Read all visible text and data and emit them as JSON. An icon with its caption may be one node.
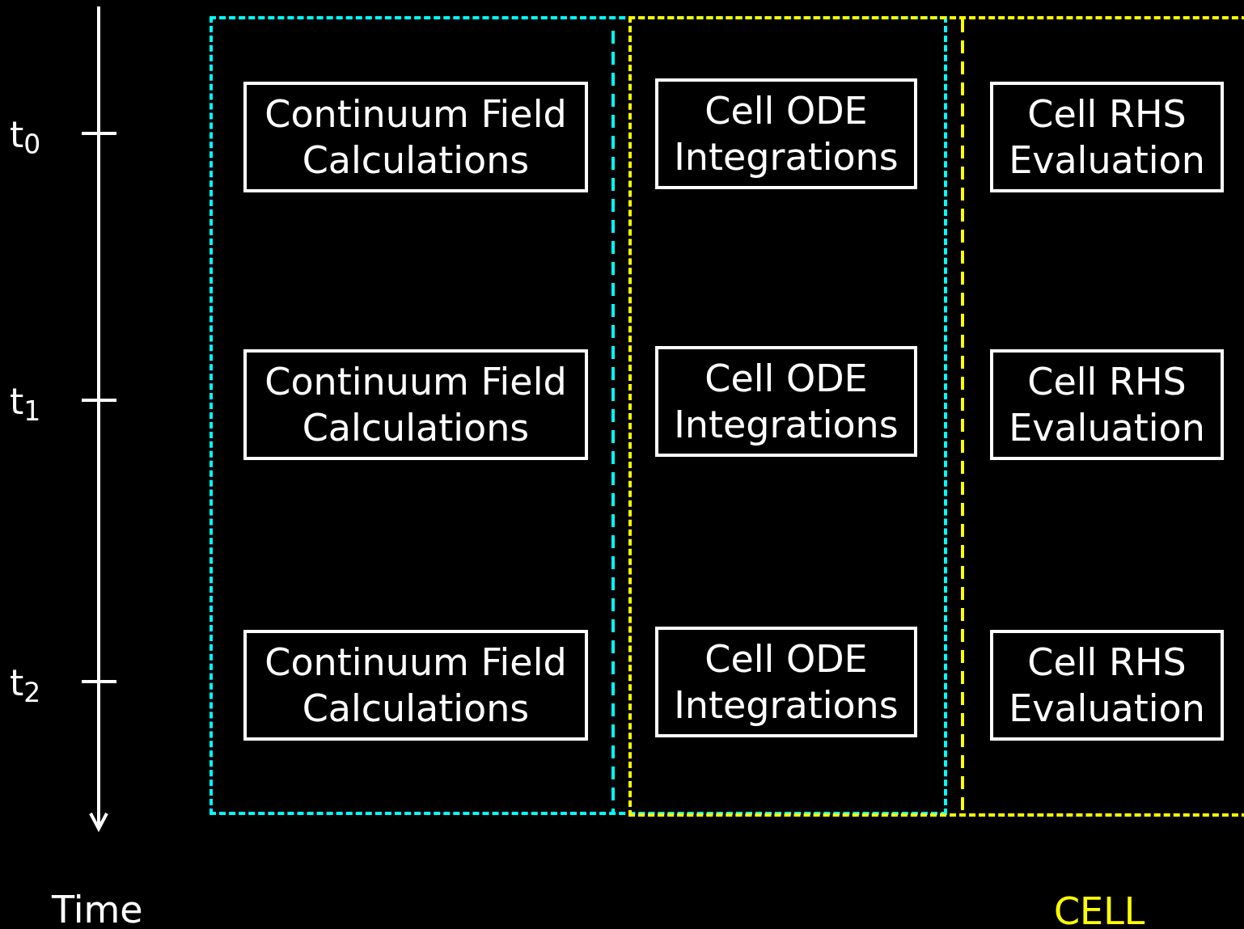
{
  "diagram": {
    "nodes": [
      {
        "text": [],
        "shape": "box"
      },
      {
        "text": [
          "CELL"
        ]
      },
      {
        "text": [
          "Continuum Field Calculations"
        ],
        "in": 0
      },
      {
        "text": [
          "Cell ODE Integrations"
        ]
      },
      {
        "text": [
          "Cell RHS Evaluation"
        ],
        "in": 1
      },
      {
        "text": [
          "Continuum Field Calculations"
        ],
        "in": 0
      },
      {
        "text": [
          "Cell ODE Integrations"
        ]
      },
      {
        "text": [
          "Cell RHS Evaluation"
        ],
        "in": 1
      },
      {
        "text": [
          "Continuum Field Calculations"
        ],
        "in": 0
      },
      {
        "text": [
          "Cell ODE Integrations"
        ]
      },
      {
        "text": [
          "Cell RHS Evaluation"
        ],
        "in": 1
      }
    ],
    "edges": [],
    "labels": [
      "t$_{0}$",
      "t$_{1}$",
      "t$_{2}$",
      "Time"
    ]
  }
}
